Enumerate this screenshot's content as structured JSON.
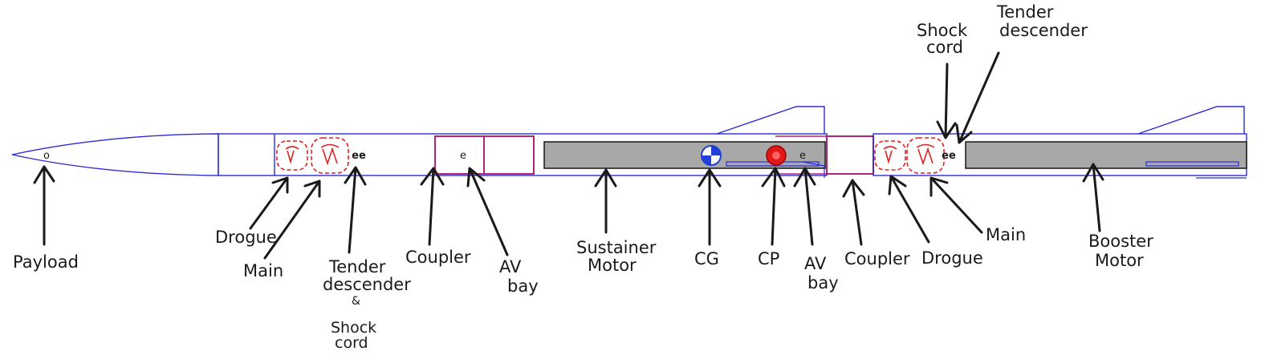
{
  "colors": {
    "outline": "#2b2bd6",
    "coupler": "#b0237a",
    "motor_fill": "#a8a8a8",
    "motor_stroke": "#222222",
    "chute": "#dd2222",
    "cg": "#1f3fd8",
    "cp": "#e01818",
    "arrow": "#1a1a1a"
  },
  "symbols": {
    "payload_mark": "o",
    "av_mark": "e",
    "descender_mark": "ee"
  },
  "labels": {
    "payload": "Payload",
    "drogue_left": "Drogue",
    "main_left": "Main",
    "tender_left_1": "Tender",
    "tender_left_2": "descender",
    "tender_left_amp": "&",
    "tender_left_3": "Shock",
    "tender_left_4": "cord",
    "coupler_left": "Coupler",
    "av_left_1": "AV",
    "av_left_2": "bay",
    "sustainer_1": "Sustainer",
    "sustainer_2": "Motor",
    "cg": "CG",
    "cp": "CP",
    "av_right_1": "AV",
    "av_right_2": "bay",
    "coupler_right": "Coupler",
    "drogue_right": "Drogue",
    "main_right": "Main",
    "booster_1": "Booster",
    "booster_2": "Motor",
    "shock_top_1": "Shock",
    "shock_top_2": "cord",
    "tender_top_1": "Tender",
    "tender_top_2": "descender"
  }
}
